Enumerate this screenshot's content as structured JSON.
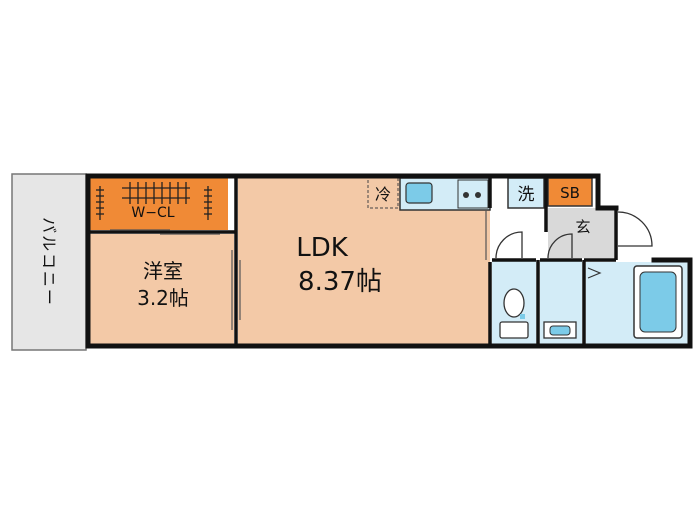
{
  "rooms": {
    "ldk": {
      "name": "LDK",
      "size": "8.37帖"
    },
    "western": {
      "name": "洋室",
      "size": "3.2帖"
    },
    "wcl": {
      "label": "W−CL"
    },
    "balcony": {
      "label": "バルコニー"
    },
    "fridge": {
      "label": "冷"
    },
    "washer": {
      "label": "洗"
    },
    "shoebox": {
      "label": "SB"
    },
    "entrance": {
      "label": "玄"
    }
  },
  "colors": {
    "ldk": "#f3c9a7",
    "western": "#f3c9a7",
    "closet": "#f08a36",
    "balcony": "#e6e6e6",
    "wet": "#d3ecf7",
    "entrance": "#d9d9d9",
    "fixture_blue": "#7ccbe8",
    "wall": "#111111"
  }
}
